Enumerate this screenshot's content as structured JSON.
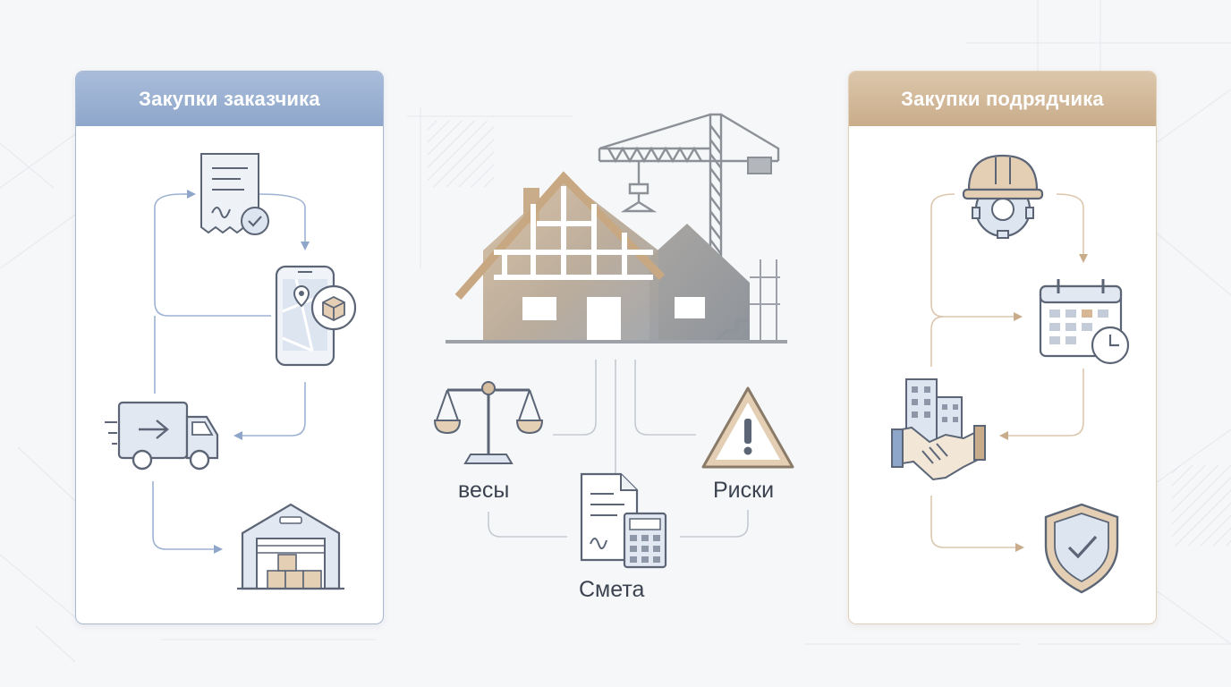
{
  "left_panel": {
    "title": "Закупки заказчика",
    "accent": "#8ea6ca",
    "icons": [
      "receipt-check-icon",
      "phone-map-package-icon",
      "delivery-truck-icon",
      "warehouse-icon"
    ]
  },
  "right_panel": {
    "title": "Закупки подрядчика",
    "accent": "#c9ad8b",
    "icons": [
      "helmet-gear-icon",
      "calendar-clock-icon",
      "buildings-handshake-icon",
      "shield-check-icon"
    ]
  },
  "center": {
    "icons": [
      "house-construction-crane-icon",
      "scales-icon",
      "estimate-calculator-icon",
      "warning-triangle-icon"
    ],
    "labels": {
      "scales": "весы",
      "risks": "Риски",
      "estimate": "Смета"
    }
  },
  "colors": {
    "blue_accent": "#8ea6ca",
    "tan_accent": "#c9ad8b",
    "icon_stroke": "#5b6576"
  }
}
